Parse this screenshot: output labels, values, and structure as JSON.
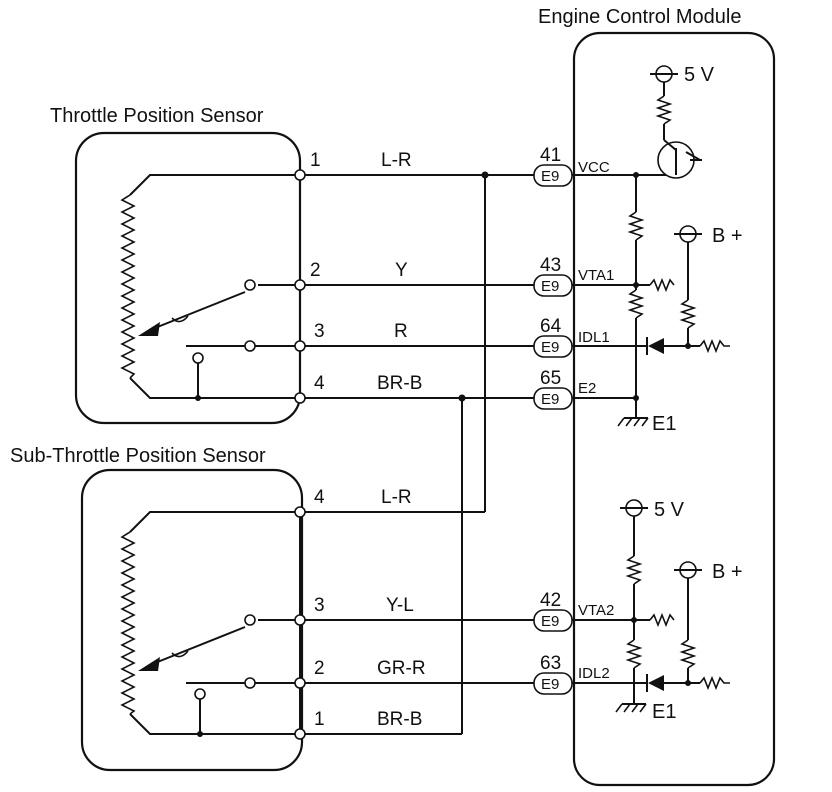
{
  "ecm": {
    "title": "Engine Control Module",
    "supply_5v": "5 V",
    "supply_bplus": "B +",
    "ground": "E1"
  },
  "tps": {
    "title": "Throttle Position Sensor",
    "pins": [
      {
        "num": "1",
        "wire": "L-R",
        "ecm_pin": "41",
        "connector": "E9",
        "signal": "VCC"
      },
      {
        "num": "2",
        "wire": "Y",
        "ecm_pin": "43",
        "connector": "E9",
        "signal": "VTA1"
      },
      {
        "num": "3",
        "wire": "R",
        "ecm_pin": "64",
        "connector": "E9",
        "signal": "IDL1"
      },
      {
        "num": "4",
        "wire": "BR-B",
        "ecm_pin": "65",
        "connector": "E9",
        "signal": "E2"
      }
    ]
  },
  "sub_tps": {
    "title": "Sub-Throttle Position Sensor",
    "pins": [
      {
        "num": "4",
        "wire": "L-R"
      },
      {
        "num": "3",
        "wire": "Y-L",
        "ecm_pin": "42",
        "connector": "E9",
        "signal": "VTA2"
      },
      {
        "num": "2",
        "wire": "GR-R",
        "ecm_pin": "63",
        "connector": "E9",
        "signal": "IDL2"
      },
      {
        "num": "1",
        "wire": "BR-B"
      }
    ]
  }
}
